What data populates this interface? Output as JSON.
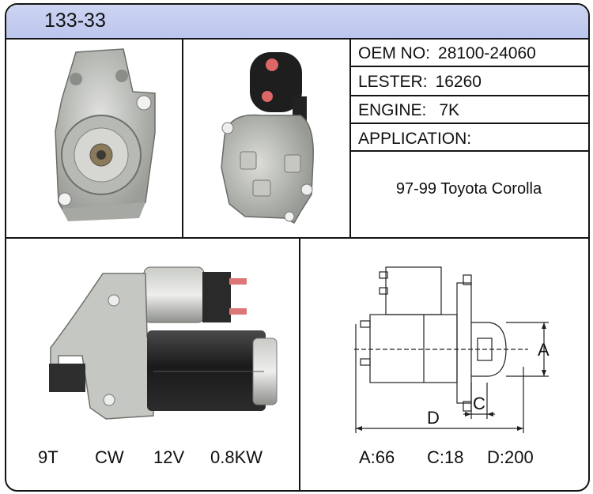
{
  "header": {
    "title": "133-33"
  },
  "specs": {
    "oem_label": "OEM NO:",
    "oem_value": "28100-24060",
    "lester_label": "LESTER:",
    "lester_value": "16260",
    "engine_label": "ENGINE:",
    "engine_value": "7K",
    "application_label": "APPLICATION:"
  },
  "application": "97-99 Toyota Corolla",
  "specs_bottom": {
    "teeth": "9T",
    "rotation": "CW",
    "voltage": "12V",
    "power": "0.8KW"
  },
  "dimensions": {
    "a_letter": "A",
    "c_letter": "C",
    "d_letter": "D",
    "a": "A:66",
    "c": "C:18",
    "d": "D:200"
  },
  "colors": {
    "header_bg": "#bcc5ec",
    "border": "#141414"
  }
}
